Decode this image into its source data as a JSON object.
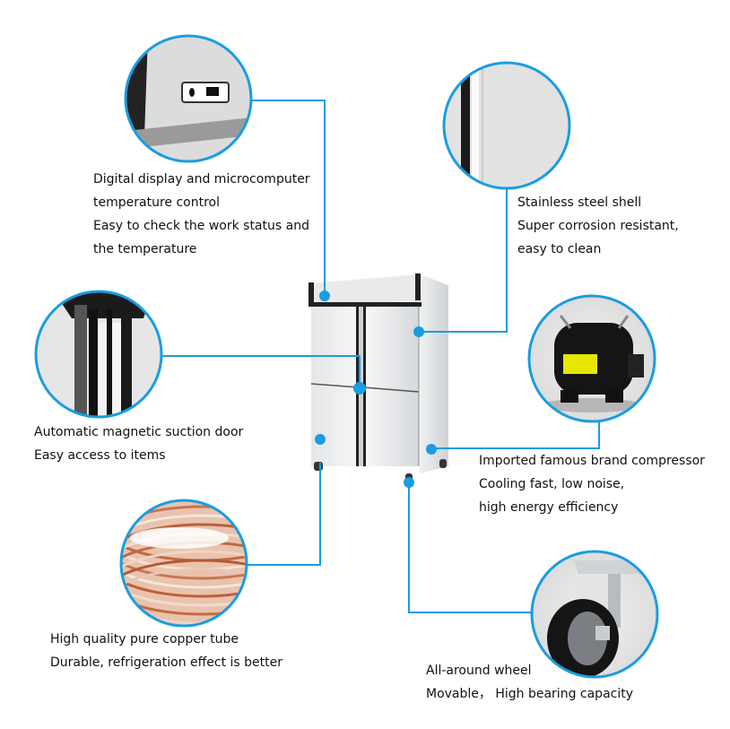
{
  "accent_color": "#1a9de0",
  "product": {
    "name": "four-door stainless steel refrigerator"
  },
  "features": [
    {
      "id": "digital-display",
      "icon": "control-panel-closeup",
      "lines": [
        "Digital display and microcomputer",
        "temperature control",
        "Easy to check the work status and",
        "the temperature"
      ]
    },
    {
      "id": "stainless-shell",
      "icon": "steel-edge-closeup",
      "lines": [
        "Stainless steel shell",
        "Super corrosion resistant,",
        "easy to clean"
      ]
    },
    {
      "id": "magnetic-door",
      "icon": "door-seal-closeup",
      "lines": [
        "Automatic magnetic suction door",
        "Easy access to items"
      ]
    },
    {
      "id": "compressor",
      "icon": "compressor-photo",
      "lines": [
        "Imported famous brand compressor",
        "Cooling fast, low noise,",
        "high energy efficiency"
      ]
    },
    {
      "id": "copper-tube",
      "icon": "copper-coil-photo",
      "lines": [
        "High quality pure copper tube",
        "Durable, refrigeration effect is better"
      ]
    },
    {
      "id": "wheel",
      "icon": "caster-wheel-photo",
      "lines": [
        "All-around wheel",
        "Movable， High bearing capacity"
      ]
    }
  ]
}
